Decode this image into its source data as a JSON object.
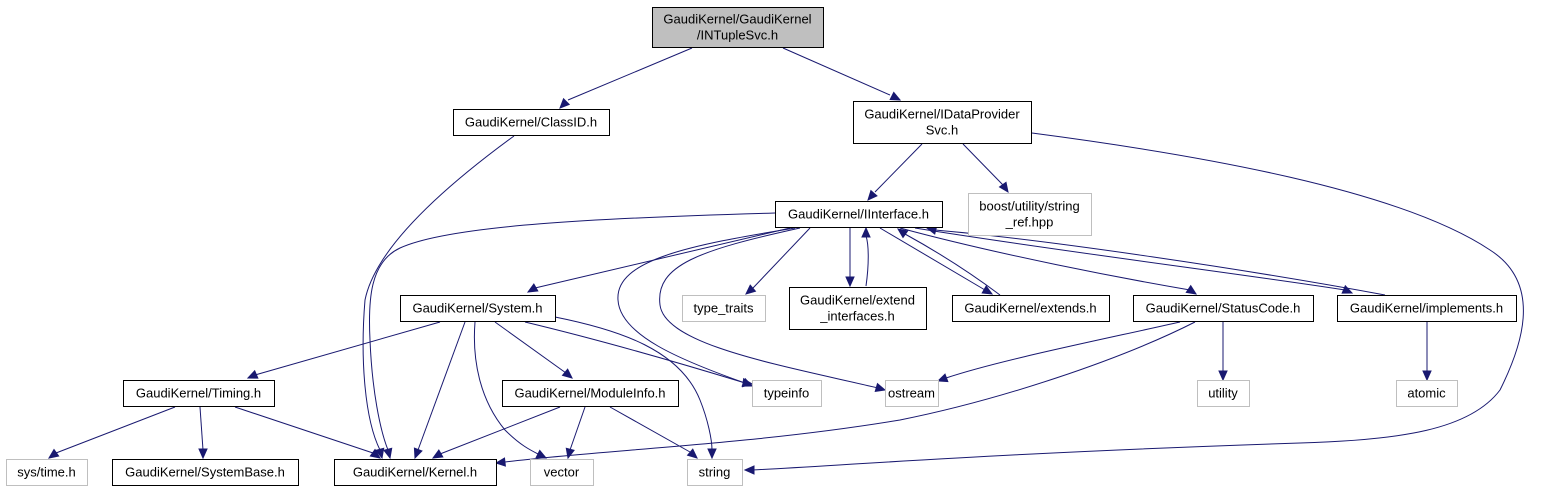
{
  "title": "GaudiKernel/GaudiKernel/INTupleSvc.h include dependency graph",
  "colors": {
    "edge": "#191970",
    "root_fill": "#bfbfbf",
    "node_border": "#000000",
    "external_border": "#bfbfbf",
    "background": "#ffffff"
  },
  "nodes": [
    {
      "id": "root",
      "lines": [
        "GaudiKernel/GaudiKernel",
        "/INTupleSvc.h"
      ],
      "kind": "root"
    },
    {
      "id": "classid",
      "lines": [
        "GaudiKernel/ClassID.h"
      ],
      "kind": "internal"
    },
    {
      "id": "idataprovider",
      "lines": [
        "GaudiKernel/IDataProvider",
        "Svc.h"
      ],
      "kind": "internal"
    },
    {
      "id": "iinterface",
      "lines": [
        "GaudiKernel/IInterface.h"
      ],
      "kind": "internal"
    },
    {
      "id": "stringref",
      "lines": [
        "boost/utility/string",
        "_ref.hpp"
      ],
      "kind": "external"
    },
    {
      "id": "system",
      "lines": [
        "GaudiKernel/System.h"
      ],
      "kind": "internal"
    },
    {
      "id": "typetraits",
      "lines": [
        "type_traits"
      ],
      "kind": "external"
    },
    {
      "id": "extendinterfaces",
      "lines": [
        "GaudiKernel/extend",
        "_interfaces.h"
      ],
      "kind": "internal"
    },
    {
      "id": "extends",
      "lines": [
        "GaudiKernel/extends.h"
      ],
      "kind": "internal"
    },
    {
      "id": "statuscode",
      "lines": [
        "GaudiKernel/StatusCode.h"
      ],
      "kind": "internal"
    },
    {
      "id": "implements",
      "lines": [
        "GaudiKernel/implements.h"
      ],
      "kind": "internal"
    },
    {
      "id": "timing",
      "lines": [
        "GaudiKernel/Timing.h"
      ],
      "kind": "internal"
    },
    {
      "id": "moduleinfo",
      "lines": [
        "GaudiKernel/ModuleInfo.h"
      ],
      "kind": "internal"
    },
    {
      "id": "typeinfo",
      "lines": [
        "typeinfo"
      ],
      "kind": "external"
    },
    {
      "id": "ostream",
      "lines": [
        "ostream"
      ],
      "kind": "external"
    },
    {
      "id": "utility",
      "lines": [
        "utility"
      ],
      "kind": "external"
    },
    {
      "id": "atomic",
      "lines": [
        "atomic"
      ],
      "kind": "external"
    },
    {
      "id": "systime",
      "lines": [
        "sys/time.h"
      ],
      "kind": "external"
    },
    {
      "id": "systembase",
      "lines": [
        "GaudiKernel/SystemBase.h"
      ],
      "kind": "internal"
    },
    {
      "id": "kernel",
      "lines": [
        "GaudiKernel/Kernel.h"
      ],
      "kind": "internal"
    },
    {
      "id": "vector",
      "lines": [
        "vector"
      ],
      "kind": "external"
    },
    {
      "id": "string",
      "lines": [
        "string"
      ],
      "kind": "external"
    }
  ],
  "edges": [
    {
      "from": "root",
      "to": "classid"
    },
    {
      "from": "root",
      "to": "idataprovider"
    },
    {
      "from": "classid",
      "to": "kernel"
    },
    {
      "from": "idataprovider",
      "to": "iinterface"
    },
    {
      "from": "idataprovider",
      "to": "stringref"
    },
    {
      "from": "idataprovider",
      "to": "string"
    },
    {
      "from": "iinterface",
      "to": "kernel"
    },
    {
      "from": "iinterface",
      "to": "system"
    },
    {
      "from": "iinterface",
      "to": "typeinfo"
    },
    {
      "from": "iinterface",
      "to": "ostream"
    },
    {
      "from": "iinterface",
      "to": "typetraits"
    },
    {
      "from": "iinterface",
      "to": "extendinterfaces"
    },
    {
      "from": "iinterface",
      "to": "extends"
    },
    {
      "from": "iinterface",
      "to": "statuscode"
    },
    {
      "from": "iinterface",
      "to": "implements"
    },
    {
      "from": "extendinterfaces",
      "to": "iinterface"
    },
    {
      "from": "extends",
      "to": "iinterface"
    },
    {
      "from": "implements",
      "to": "iinterface"
    },
    {
      "from": "implements",
      "to": "atomic"
    },
    {
      "from": "system",
      "to": "timing"
    },
    {
      "from": "system",
      "to": "kernel"
    },
    {
      "from": "system",
      "to": "moduleinfo"
    },
    {
      "from": "system",
      "to": "typeinfo"
    },
    {
      "from": "system",
      "to": "vector"
    },
    {
      "from": "system",
      "to": "string"
    },
    {
      "from": "statuscode",
      "to": "ostream"
    },
    {
      "from": "statuscode",
      "to": "kernel"
    },
    {
      "from": "statuscode",
      "to": "utility"
    },
    {
      "from": "timing",
      "to": "systime"
    },
    {
      "from": "timing",
      "to": "systembase"
    },
    {
      "from": "timing",
      "to": "kernel"
    },
    {
      "from": "moduleinfo",
      "to": "kernel"
    },
    {
      "from": "moduleinfo",
      "to": "vector"
    },
    {
      "from": "moduleinfo",
      "to": "string"
    }
  ]
}
